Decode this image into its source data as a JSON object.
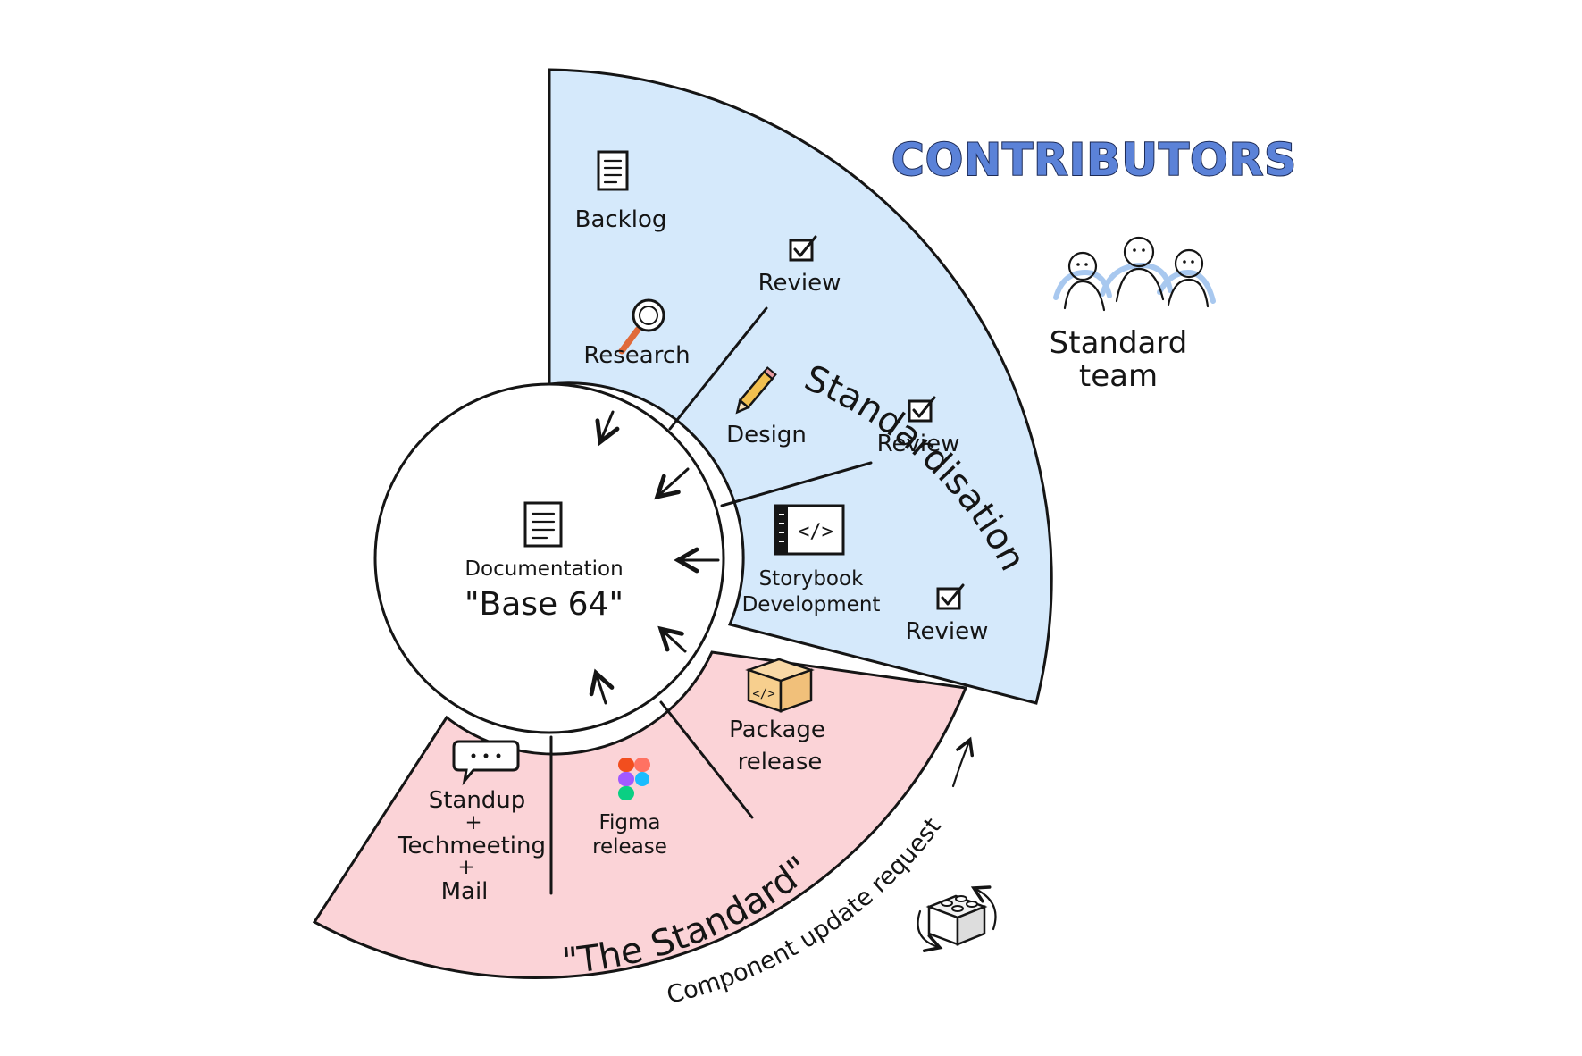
{
  "diagram": {
    "title": "CONTRIBUTORS",
    "team": {
      "line1": "Standard",
      "line2": "team",
      "icon": "people-icon"
    },
    "center": {
      "label": "Documentation",
      "name": "\"Base 64\"",
      "icon": "document-icon"
    },
    "standardisation": {
      "label": "Standardisation",
      "color": "#d5e9fb",
      "steps": {
        "backlog": "Backlog",
        "research": "Research",
        "review1": "Review",
        "design": "Design",
        "review2": "Review",
        "storybook1": "Storybook",
        "storybook2": "Development",
        "review3": "Review"
      }
    },
    "standard": {
      "label": "\"The Standard\"",
      "color": "#fbd3d7",
      "steps": {
        "standup1": "Standup",
        "plus1": "+",
        "standup2": "Techmeeting",
        "plus2": "+",
        "standup3": "Mail",
        "figma1": "Figma",
        "figma2": "release",
        "package1": "Package",
        "package2": "release"
      }
    },
    "loop": {
      "label": "Component update request",
      "icon": "lego-brick-icon"
    }
  }
}
